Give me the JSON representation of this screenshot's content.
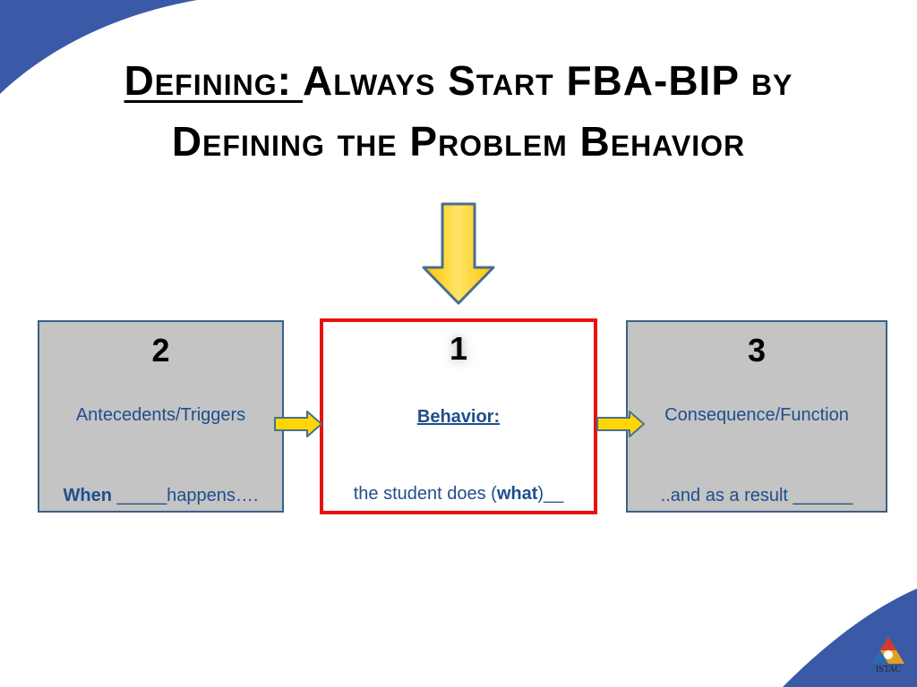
{
  "title": {
    "underlined": "Defining: ",
    "line1_rest": "Always Start FBA-BIP by",
    "line2": "Defining the Problem Behavior"
  },
  "boxes": {
    "antecedents": {
      "number": "2",
      "heading": "Antecedents/Triggers",
      "prefix_bold": "When",
      "suffix": " _____happens…."
    },
    "behavior": {
      "number": "1",
      "heading": "Behavior:",
      "prefix": "the student does (",
      "bold": "what",
      "suffix": ")__"
    },
    "consequence": {
      "number": "3",
      "heading": "Consequence/Function",
      "text": "..and as a result ______"
    }
  },
  "logo": {
    "label": "ISTAC"
  },
  "colors": {
    "accent_blue": "#3a5aa8",
    "box_fill": "#c4c4c4",
    "box_border": "#3a5f8a",
    "highlight_red": "#e8120c",
    "arrow_yellow": "#ffd700",
    "text_blue": "#1f4e8c"
  }
}
